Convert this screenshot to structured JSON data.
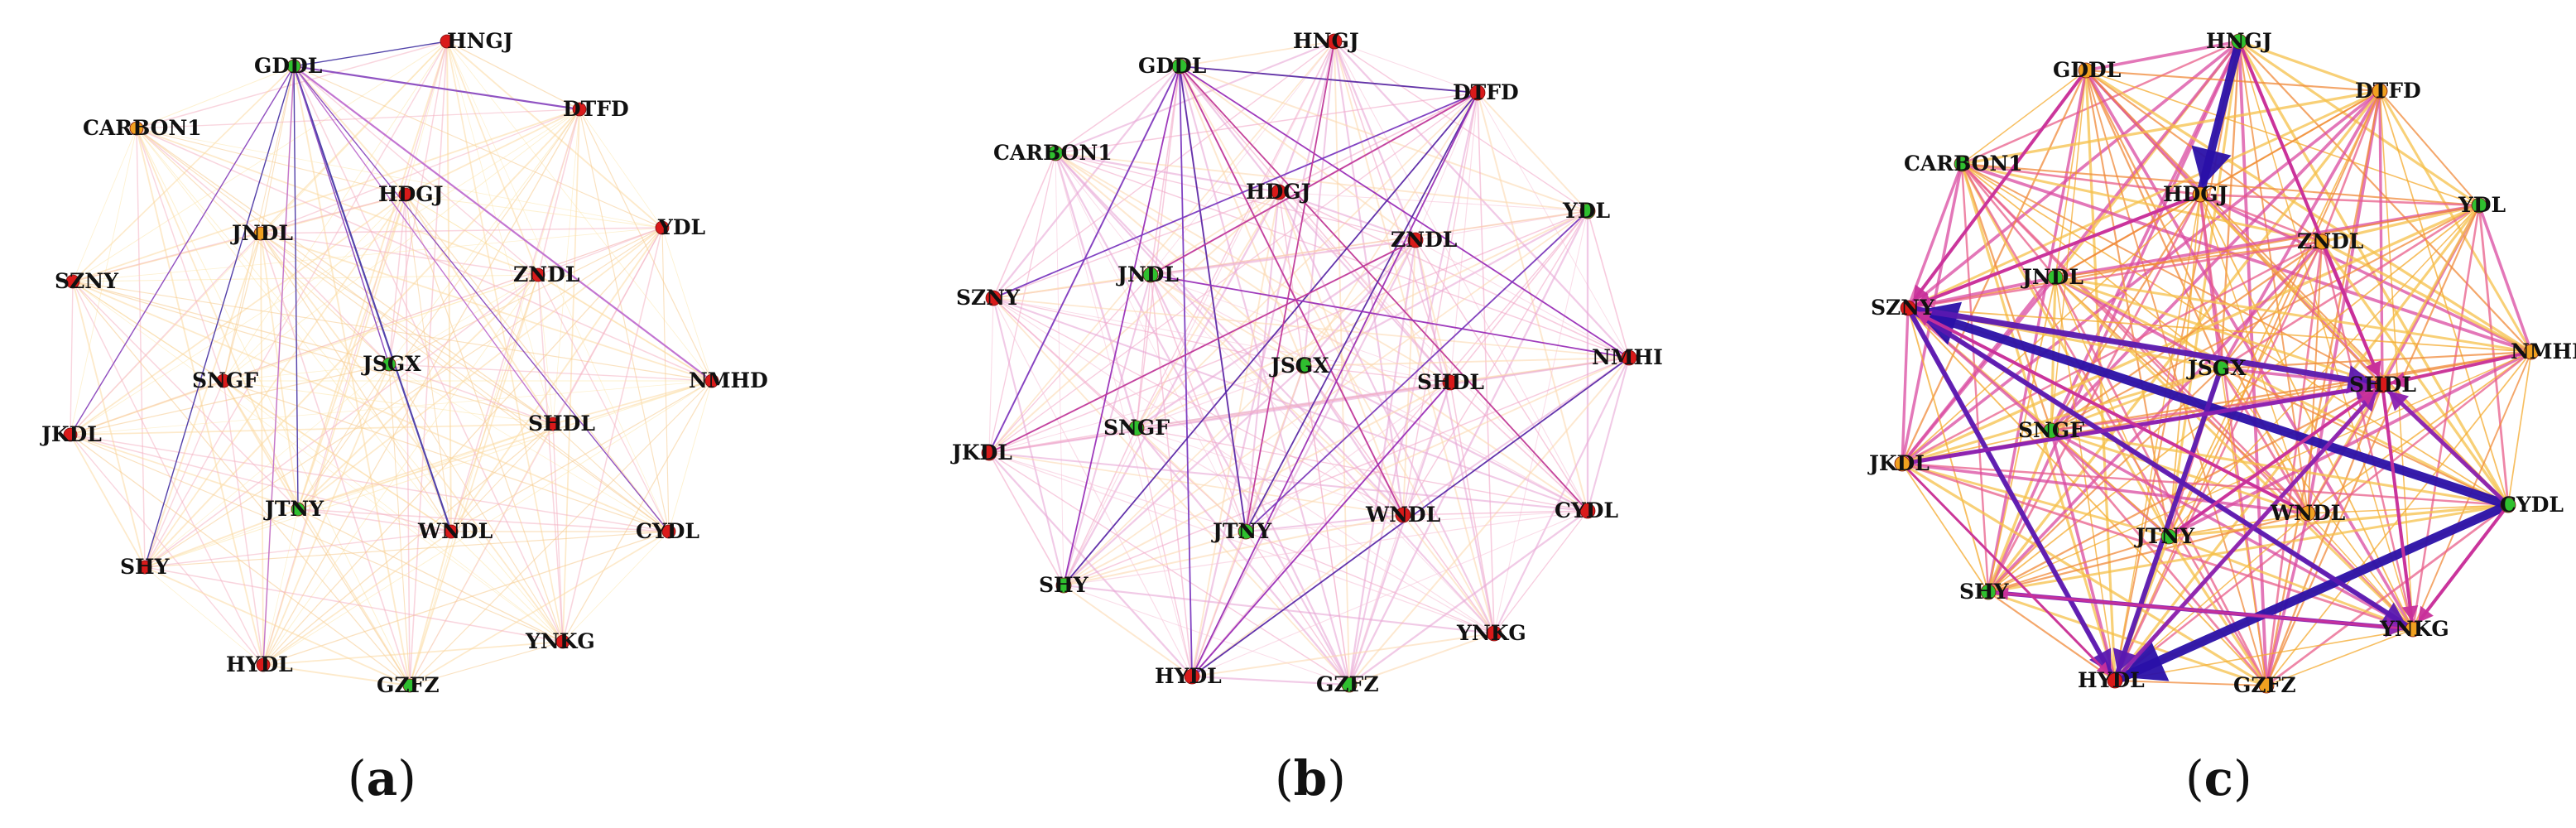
{
  "panels": [
    {
      "id": "a",
      "caption": "(a)",
      "caption_letter": "a",
      "nodes": [
        {
          "id": "HNGJ",
          "label": "HNGJ",
          "color": "#d91a1a"
        },
        {
          "id": "GDDL",
          "label": "GDDL",
          "color": "#2fbf2f"
        },
        {
          "id": "DTFD",
          "label": "DTFD",
          "color": "#d91a1a"
        },
        {
          "id": "CARBON1",
          "label": "CARBON1",
          "color": "#f0a020"
        },
        {
          "id": "HDGJ",
          "label": "HDGJ",
          "color": "#d91a1a"
        },
        {
          "id": "YDL",
          "label": "YDL",
          "color": "#d91a1a"
        },
        {
          "id": "JNDL",
          "label": "JNDL",
          "color": "#f0a020"
        },
        {
          "id": "ZNDL",
          "label": "ZNDL",
          "color": "#d91a1a"
        },
        {
          "id": "SZNY",
          "label": "SZNY",
          "color": "#d91a1a"
        },
        {
          "id": "SNGF",
          "label": "SNGF",
          "color": "#d91a1a"
        },
        {
          "id": "JSGX",
          "label": "JSGX",
          "color": "#2fbf2f"
        },
        {
          "id": "NMHD",
          "label": "NMHD",
          "color": "#d91a1a"
        },
        {
          "id": "JKDL",
          "label": "JKDL",
          "color": "#d91a1a"
        },
        {
          "id": "SHDL",
          "label": "SHDL",
          "color": "#d91a1a"
        },
        {
          "id": "JTNY",
          "label": "JTNY",
          "color": "#2fbf2f"
        },
        {
          "id": "WNDL",
          "label": "WNDL",
          "color": "#d91a1a"
        },
        {
          "id": "CYDL",
          "label": "CYDL",
          "color": "#d91a1a"
        },
        {
          "id": "SHY",
          "label": "SHY",
          "color": "#d91a1a"
        },
        {
          "id": "YNKG",
          "label": "YNKG",
          "color": "#d91a1a"
        },
        {
          "id": "HYDL",
          "label": "HYDL",
          "color": "#d91a1a"
        },
        {
          "id": "GZFZ",
          "label": "GZFZ",
          "color": "#2fbf2f"
        }
      ],
      "strong_edges": [
        [
          "GDDL",
          "WNDL"
        ],
        [
          "GDDL",
          "DTFD"
        ],
        [
          "GDDL",
          "NMHD"
        ],
        [
          "GDDL",
          "JTNY"
        ],
        [
          "GDDL",
          "JKDL"
        ],
        [
          "GDDL",
          "HYDL"
        ],
        [
          "GDDL",
          "SHY"
        ],
        [
          "GDDL",
          "CYDL"
        ],
        [
          "GDDL",
          "SHDL"
        ],
        [
          "GDDL",
          "HNGJ"
        ],
        [
          "GDDL",
          "JSGX"
        ]
      ]
    },
    {
      "id": "b",
      "caption": "(b)",
      "caption_letter": "b",
      "nodes": [
        {
          "id": "HNGJ",
          "label": "HNGJ",
          "color": "#d91a1a"
        },
        {
          "id": "GDDL",
          "label": "GDDL",
          "color": "#2fbf2f"
        },
        {
          "id": "DTFD",
          "label": "DTFD",
          "color": "#d91a1a"
        },
        {
          "id": "CARBON1",
          "label": "CARBON1",
          "color": "#2fbf2f"
        },
        {
          "id": "HDGJ",
          "label": "HDGJ",
          "color": "#d91a1a"
        },
        {
          "id": "YDL",
          "label": "YDL",
          "color": "#2fbf2f"
        },
        {
          "id": "ZNDL",
          "label": "ZNDL",
          "color": "#d91a1a"
        },
        {
          "id": "JNDL",
          "label": "JNDL",
          "color": "#2fbf2f"
        },
        {
          "id": "SZNY",
          "label": "SZNY",
          "color": "#d91a1a"
        },
        {
          "id": "NMHD",
          "label": "NMHI",
          "color": "#d91a1a"
        },
        {
          "id": "JSGX",
          "label": "JSGX",
          "color": "#2fbf2f"
        },
        {
          "id": "SHDL",
          "label": "SHDL",
          "color": "#d91a1a"
        },
        {
          "id": "SNGF",
          "label": "SNGF",
          "color": "#2fbf2f"
        },
        {
          "id": "JKDL",
          "label": "JKDL",
          "color": "#d91a1a"
        },
        {
          "id": "CYDL",
          "label": "CYDL",
          "color": "#d91a1a"
        },
        {
          "id": "WNDL",
          "label": "WNDL",
          "color": "#d91a1a"
        },
        {
          "id": "JTNY",
          "label": "JTNY",
          "color": "#2fbf2f"
        },
        {
          "id": "SHY",
          "label": "SHY",
          "color": "#2fbf2f"
        },
        {
          "id": "YNKG",
          "label": "YNKG",
          "color": "#d91a1a"
        },
        {
          "id": "HYDL",
          "label": "HYDL",
          "color": "#d91a1a"
        },
        {
          "id": "GZFZ",
          "label": "GZFZ",
          "color": "#2fbf2f"
        }
      ],
      "strong_edges": [
        [
          "GDDL",
          "DTFD"
        ],
        [
          "GDDL",
          "NMHD"
        ],
        [
          "GDDL",
          "WNDL"
        ],
        [
          "GDDL",
          "HYDL"
        ],
        [
          "GDDL",
          "JTNY"
        ],
        [
          "GDDL",
          "SHY"
        ],
        [
          "GDDL",
          "CYDL"
        ],
        [
          "GDDL",
          "JKDL"
        ],
        [
          "DTFD",
          "JTNY"
        ],
        [
          "DTFD",
          "HYDL"
        ],
        [
          "DTFD",
          "JNDL"
        ],
        [
          "DTFD",
          "SZNY"
        ],
        [
          "DTFD",
          "SHY"
        ],
        [
          "JNDL",
          "NMHD"
        ],
        [
          "HNGJ",
          "JTNY"
        ],
        [
          "YDL",
          "JTNY"
        ],
        [
          "NMHD",
          "HYDL"
        ],
        [
          "SHDL",
          "HYDL"
        ],
        [
          "ZNDL",
          "JKDL"
        ]
      ]
    },
    {
      "id": "c",
      "caption": "(c)",
      "caption_letter": "c",
      "nodes": [
        {
          "id": "HNGJ",
          "label": "HNGJ",
          "color": "#2fbf2f"
        },
        {
          "id": "GDDL",
          "label": "GDDL",
          "color": "#f0a020"
        },
        {
          "id": "DTFD",
          "label": "DTFD",
          "color": "#f0a020"
        },
        {
          "id": "CARBON1",
          "label": "CARBON1",
          "color": "#2fbf2f"
        },
        {
          "id": "HDGJ",
          "label": "HDGJ",
          "color": "#f0a020"
        },
        {
          "id": "YDL",
          "label": "YDL",
          "color": "#2fbf2f"
        },
        {
          "id": "ZNDL",
          "label": "ZNDL",
          "color": "#f0a020"
        },
        {
          "id": "JNDL",
          "label": "JNDL",
          "color": "#2fbf2f"
        },
        {
          "id": "SZNY",
          "label": "SZNY",
          "color": "#d91a1a"
        },
        {
          "id": "JSGX",
          "label": "JSGX",
          "color": "#2fbf2f"
        },
        {
          "id": "NMHD",
          "label": "NMHD",
          "color": "#f0a020"
        },
        {
          "id": "SHDL",
          "label": "SHDL",
          "color": "#d91a1a"
        },
        {
          "id": "SNGF",
          "label": "SNGF",
          "color": "#2fbf2f"
        },
        {
          "id": "JKDL",
          "label": "JKDL",
          "color": "#f0a020"
        },
        {
          "id": "CYDL",
          "label": "CYDL",
          "color": "#2fbf2f"
        },
        {
          "id": "WNDL",
          "label": "WNDL",
          "color": "#f0a020"
        },
        {
          "id": "JTNY",
          "label": "JTNY",
          "color": "#2fbf2f"
        },
        {
          "id": "SHY",
          "label": "SHY",
          "color": "#2fbf2f"
        },
        {
          "id": "YNKG",
          "label": "YNKG",
          "color": "#f0a020"
        },
        {
          "id": "HYDL",
          "label": "HYDL",
          "color": "#d91a1a"
        },
        {
          "id": "GZFZ",
          "label": "GZFZ",
          "color": "#f0a020"
        }
      ],
      "strong_edges": [
        [
          "HNGJ",
          "HDGJ",
          10
        ],
        [
          "CYDL",
          "SZNY",
          11
        ],
        [
          "CYDL",
          "HYDL",
          11
        ],
        [
          "SZNY",
          "SHDL",
          7
        ],
        [
          "SZNY",
          "YNKG",
          6
        ],
        [
          "SZNY",
          "HYDL",
          6
        ],
        [
          "JSGX",
          "HYDL",
          6
        ],
        [
          "SHY",
          "YNKG",
          5
        ],
        [
          "HYDL",
          "SHDL",
          5
        ],
        [
          "JKDL",
          "SHDL",
          5
        ],
        [
          "CYDL",
          "SHDL",
          5
        ],
        [
          "GDDL",
          "SZNY",
          4
        ],
        [
          "HDGJ",
          "SZNY",
          4
        ],
        [
          "WNDL",
          "SZNY",
          4
        ],
        [
          "SHDL",
          "YNKG",
          4
        ],
        [
          "CYDL",
          "YNKG",
          4
        ],
        [
          "JTNY",
          "SHDL",
          4
        ],
        [
          "ZNDL",
          "SHDL",
          4
        ],
        [
          "HNGJ",
          "SHDL",
          4
        ],
        [
          "NMHD",
          "SHDL",
          4
        ],
        [
          "YNKG",
          "SHY",
          3
        ],
        [
          "JKDL",
          "HYDL",
          3
        ]
      ]
    }
  ]
}
